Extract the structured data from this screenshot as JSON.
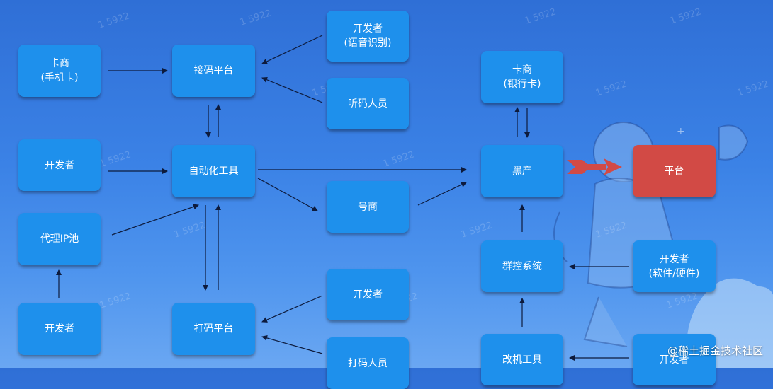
{
  "nodes": {
    "card_dealer_sim": {
      "line1": "卡商",
      "line2": "(手机卡)"
    },
    "code_platform": {
      "line1": "接码平台"
    },
    "dev_voice": {
      "line1": "开发者",
      "line2": "(语音识别)"
    },
    "code_listener": {
      "line1": "听码人员"
    },
    "developer_left": {
      "line1": "开发者"
    },
    "automation_tool": {
      "line1": "自动化工具"
    },
    "proxy_ip_pool": {
      "line1": "代理IP池"
    },
    "developer_bottom_left": {
      "line1": "开发者"
    },
    "captcha_platform": {
      "line1": "打码平台"
    },
    "account_dealer": {
      "line1": "号商"
    },
    "dev_captcha": {
      "line1": "开发者"
    },
    "captcha_worker": {
      "line1": "打码人员"
    },
    "card_dealer_bank": {
      "line1": "卡商",
      "line2": "(银行卡)"
    },
    "black_industry": {
      "line1": "黑产"
    },
    "platform": {
      "line1": "平台"
    },
    "group_control": {
      "line1": "群控系统"
    },
    "dev_software": {
      "line1": "开发者",
      "line2": "(软件/硬件)"
    },
    "device_mod_tool": {
      "line1": "改机工具"
    },
    "dev_bottom_right": {
      "line1": "开发者"
    }
  },
  "watermark": {
    "text": "1 5922"
  },
  "footer": {
    "text": "@稀土掘金技术社区"
  },
  "colors": {
    "node": "#1e90ec",
    "target": "#d24a45",
    "background": "#3b82e6"
  }
}
